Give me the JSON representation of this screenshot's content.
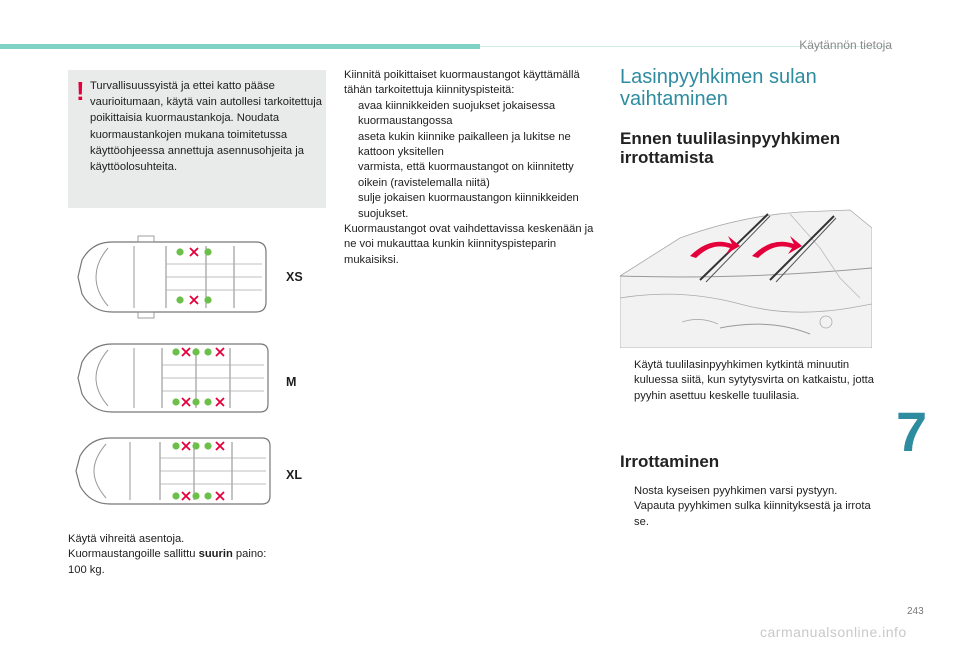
{
  "header": {
    "section": "Käytännön tietoja"
  },
  "warning": {
    "mark": "!",
    "text": "Turvallisuussyistä ja ettei katto pääse vaurioitumaan, käytä vain autollesi tarkoitettuja poikittaisia kuormaustankoja. Noudata kuormaustankojen mukana toimitetussa käyttöohjeessa annettuja asennusohjeita ja käyttöolosuhteita."
  },
  "vans": [
    {
      "label": "XS"
    },
    {
      "label": "M"
    },
    {
      "label": "XL"
    }
  ],
  "left_bottom": {
    "line1": "Käytä vihreitä asentoja.",
    "line2_pre": "Kuormaustangoille sallittu ",
    "line2_bold": "suurin",
    "line2_post": " paino:",
    "line3": "100 kg."
  },
  "middle": {
    "intro": "Kiinnitä poikittaiset kuormaustangot käyttämällä tähän tarkoitettuja kiinnityspisteitä:",
    "bullets": [
      "avaa kiinnikkeiden suojukset jokaisessa kuormaustangossa",
      "aseta kukin kiinnike paikalleen ja lukitse ne kattoon yksitellen",
      "varmista, että kuormaustangot on kiinnitetty oikein (ravistelemalla niitä)",
      "sulje jokaisen kuormaustangon kiinnikkeiden suojukset."
    ],
    "outro": "Kuormaustangot ovat vaihdettavissa keskenään ja ne voi mukauttaa kunkin kiinnityspisteparin mukaisiksi."
  },
  "right": {
    "title": "Lasinpyyhkimen sulan vaihtaminen",
    "sub1": "Ennen tuulilasinpyyhkimen irrottamista",
    "bullet1": "Käytä tuulilasinpyyhkimen kytkintä minuutin kuluessa siitä, kun sytytysvirta on katkaistu, jotta pyyhin asettuu keskelle tuulilasia.",
    "sub2": "Irrottaminen",
    "bullets2": [
      "Nosta kyseisen pyyhkimen varsi pystyyn.",
      "Vapauta pyyhkimen sulka kiinnityksestä ja irrota se."
    ]
  },
  "bullet_marker": "",
  "chapter_number": "7",
  "page_number": "243",
  "footer_watermark": "carmanualsonline.info",
  "colors": {
    "accent": "#2e8ca0",
    "warning": "#e4003b",
    "green": "#6cc04a",
    "red": "#e4003b",
    "topbar": "#7ed3c4"
  }
}
